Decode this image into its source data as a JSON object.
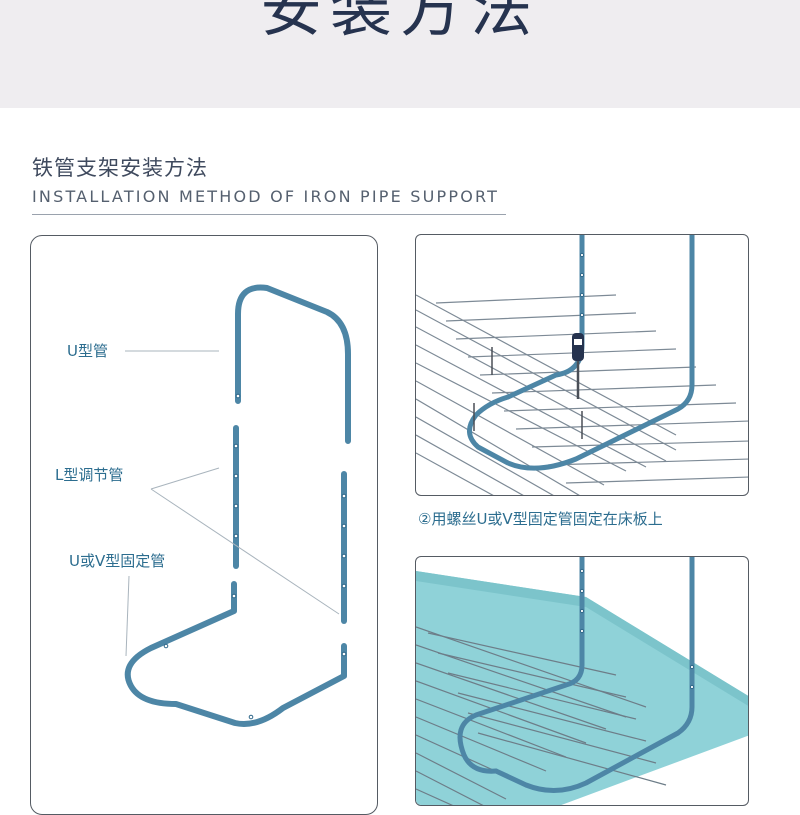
{
  "header": {
    "title": "安装方法"
  },
  "section": {
    "title_cn": "铁管支架安装方法",
    "title_en": "INSTALLATION METHOD OF IRON PIPE SUPPORT"
  },
  "diagram": {
    "labels": {
      "u_pipe": "U型管",
      "l_pipe": "L型调节管",
      "uv_pipe": "U或V型固定管"
    }
  },
  "step2": {
    "caption": "②用螺丝U或V型固定管固定在床板上"
  },
  "colors": {
    "pipe": "#4d86a6",
    "pipe_dark": "#2f6789",
    "label": "#2c6d8f",
    "mattress": "#8fd2d8",
    "slat": "#7d8a96"
  }
}
